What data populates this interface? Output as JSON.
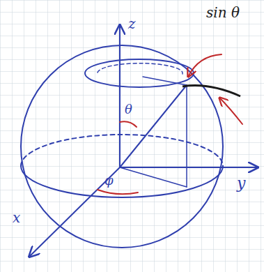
{
  "diagram": {
    "labels": [
      "z",
      "y",
      "x",
      "θ",
      "φ",
      "sin θ"
    ]
  }
}
